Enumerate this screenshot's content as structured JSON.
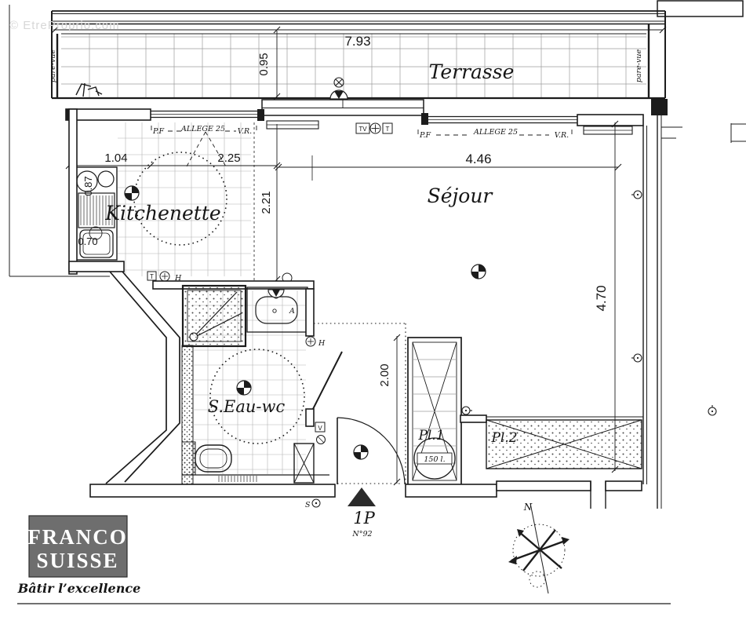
{
  "watermark": "© EtreProprio.com",
  "terrace": {
    "label": "Terrasse",
    "dim_width": "7.93",
    "dim_depth": "0.95",
    "screen": "pare-vue"
  },
  "facade": {
    "pf": "P.F",
    "allege": "ALLEGE 25",
    "vr": "V.R.",
    "tv": "TV",
    "t": "T"
  },
  "kitchenette": {
    "label": "Kitchenette",
    "dim_1": "1.04",
    "dim_2": "2.25",
    "dim_depth": "2.21",
    "dim_a": "0.87",
    "dim_b": "0.70",
    "t": "T",
    "h": "H"
  },
  "sejour": {
    "label": "Séjour",
    "dim_width": "4.46",
    "dim_depth": "4.70"
  },
  "bath": {
    "label": "S.Eau-wc",
    "h": "H",
    "v": "V",
    "a": "A"
  },
  "hall": {
    "dim": "2.00",
    "type": "1P",
    "lot": "N°92",
    "s": "S"
  },
  "closets": {
    "pl1": "Pl.1",
    "pl2": "Pl.2",
    "heater": "150 l."
  },
  "compass": {
    "n": "N"
  },
  "logo": {
    "line1": "FRANCO",
    "line2": "SUISSE",
    "tagline": "Bâtir l’excellence"
  }
}
